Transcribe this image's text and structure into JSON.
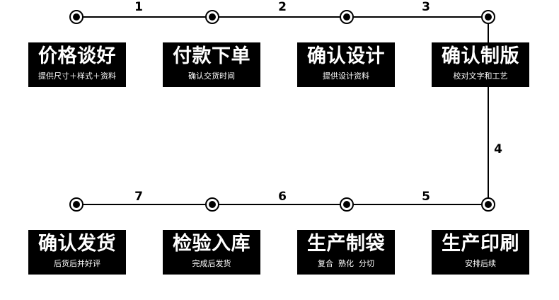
{
  "colors": {
    "line": "#000000",
    "box_background": "#000000",
    "box_text": "#ffffff"
  },
  "steps": [
    {
      "number": "1",
      "title": "价格谈好",
      "desc": "提供尺寸＋样式＋资料"
    },
    {
      "number": "2",
      "title": "付款下单",
      "desc": "确认交货时间"
    },
    {
      "number": "3",
      "title": "确认设计",
      "desc": "提供设计资料"
    },
    {
      "number": "4",
      "title": "确认制版",
      "desc": "校对文字和工艺"
    },
    {
      "number": "5",
      "title": "生产印刷",
      "desc": "安排后续"
    },
    {
      "number": "6",
      "title": "生产制袋",
      "desc": "复合  熟化  分切"
    },
    {
      "number": "7",
      "title": "检验入库",
      "desc": "完成后发货"
    },
    {
      "title": "确认发货",
      "desc": "后货后并好评"
    }
  ]
}
